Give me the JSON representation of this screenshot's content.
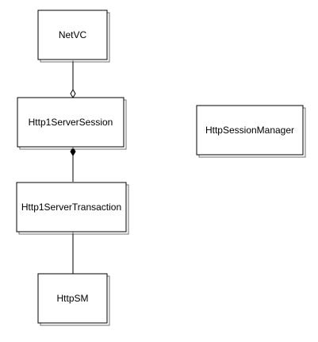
{
  "nodes": {
    "netvc": "NetVC",
    "http1_server_session": "Http1ServerSession",
    "http1_server_transaction": "Http1ServerTransaction",
    "http_sm": "HttpSM",
    "http_session_manager": "HttpSessionManager"
  },
  "edges": [
    {
      "from": "netvc",
      "to": "http1_server_session",
      "end_marker": "hollow-diamond",
      "marker_at": "to"
    },
    {
      "from": "http1_server_session",
      "to": "http1_server_transaction",
      "end_marker": "filled-diamond",
      "marker_at": "from"
    },
    {
      "from": "http1_server_transaction",
      "to": "http_sm",
      "end_marker": "none"
    }
  ]
}
